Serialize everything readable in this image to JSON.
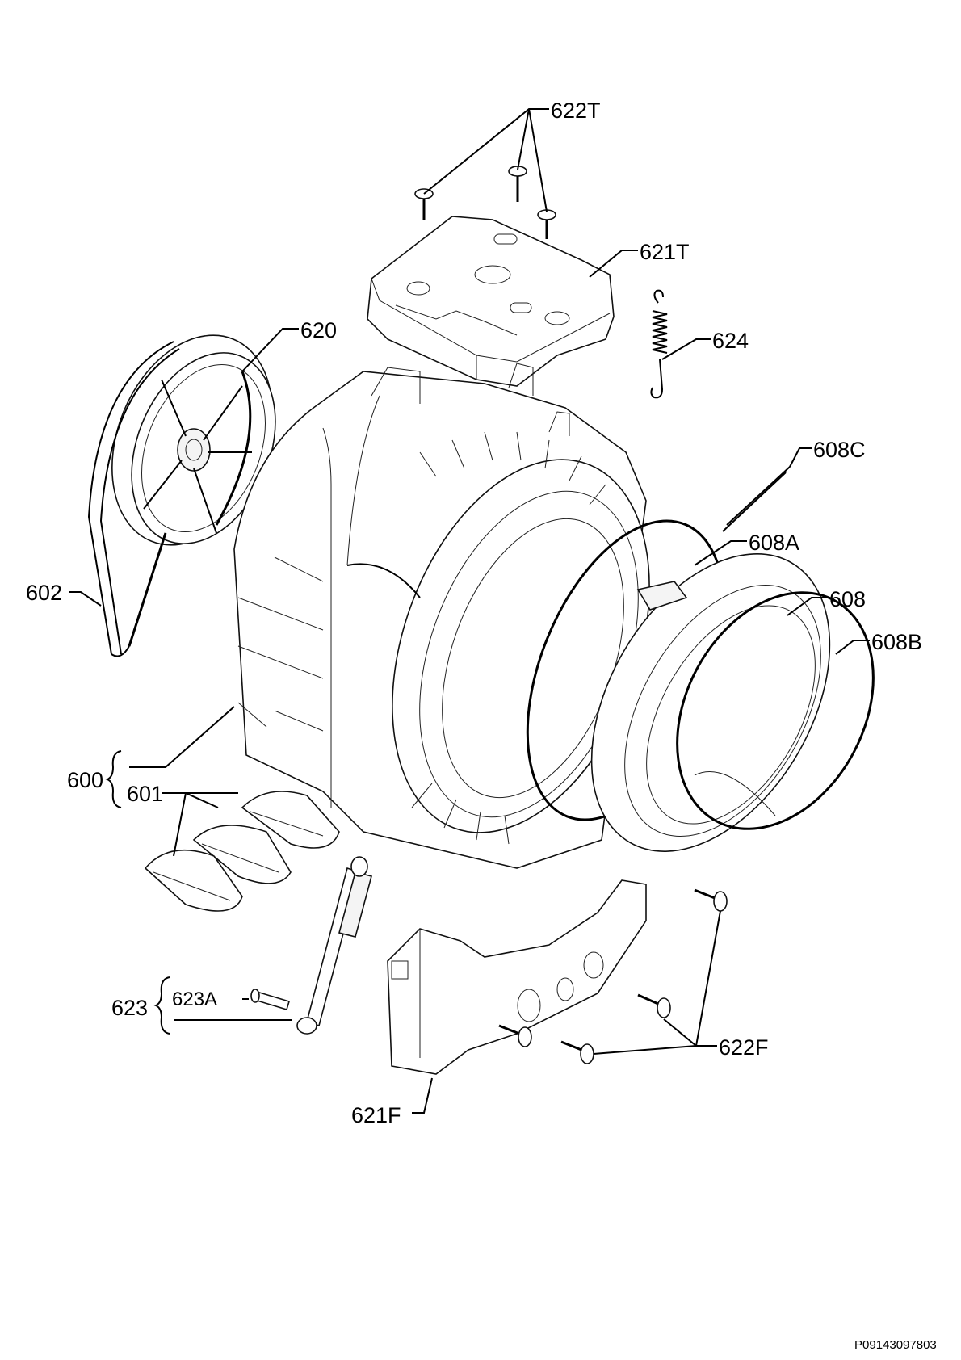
{
  "labels": {
    "l622T": "622T",
    "l621T": "621T",
    "l624": "624",
    "l620": "620",
    "l608C": "608C",
    "l608A": "608A",
    "l608": "608",
    "l608B": "608B",
    "l602": "602",
    "l600": "600",
    "l601": "601",
    "l623": "623",
    "l623A": "623A",
    "l622F": "622F",
    "l621F": "621F"
  },
  "document_code": "P09143097803"
}
